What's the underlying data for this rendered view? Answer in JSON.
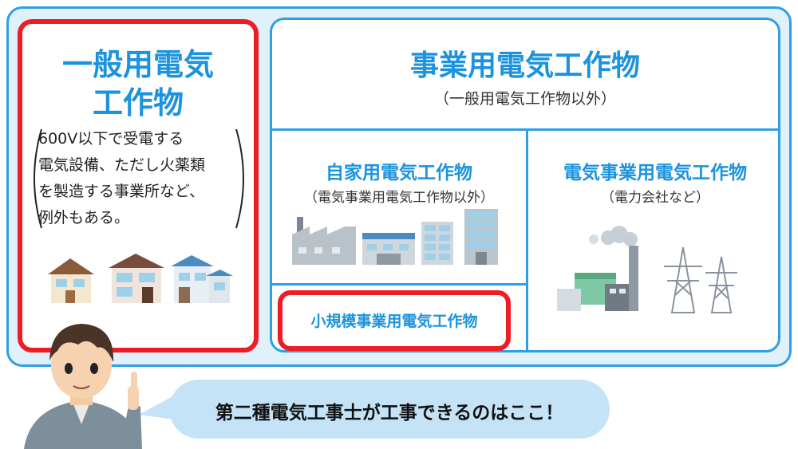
{
  "general": {
    "title_line1": "一般用電気",
    "title_line2": "工作物",
    "desc_lines": [
      "600V以下で受電する",
      "電気設備、ただし火薬類",
      "を製造する事業所など、",
      "例外もある。"
    ]
  },
  "business": {
    "title": "事業用電気工作物",
    "subtitle": "（一般用電気工作物以外）",
    "self_use": {
      "title": "自家用電気工作物",
      "note": "（電気事業用電気工作物以外）"
    },
    "utility": {
      "title": "電気事業用電気工作物",
      "note": "（電力会社など）"
    },
    "small_scale": {
      "title": "小規模事業用電気工作物"
    }
  },
  "speech": {
    "text": "第二種電気工事士が工事できるのはここ！"
  },
  "colors": {
    "blue_border": "#2f9fe4",
    "title_blue": "#1c93de",
    "highlight_red": "#ee1c25",
    "panel_bg": "#e1f1fb",
    "bubble_bg": "#c5e3f7"
  },
  "icons": [
    "houses-illustration",
    "factory-icon",
    "warehouse-icon",
    "office-building-icon",
    "tall-building-icon",
    "power-plant-icon",
    "transmission-tower-icon",
    "worker-character"
  ]
}
